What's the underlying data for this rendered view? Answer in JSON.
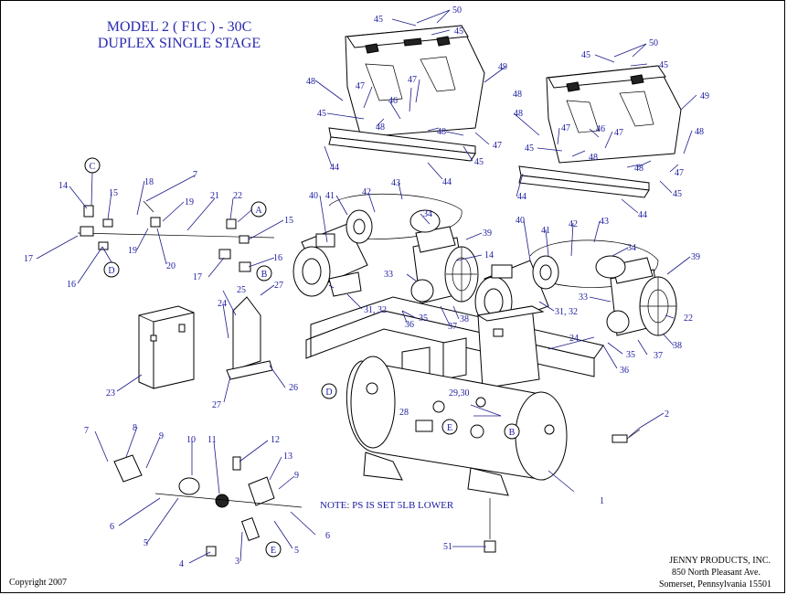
{
  "title": {
    "line1": "MODEL  2 ( F1C ) - 30C",
    "line2": "DUPLEX SINGLE STAGE"
  },
  "note": "NOTE: PS IS SET 5LB LOWER",
  "copyright": "Copyright 2007",
  "company": {
    "name": "JENNY PRODUCTS, INC.",
    "address": "850 North Pleasant Ave.",
    "city": "Somerset, Pennsylvania 15501"
  },
  "callouts": [
    "A",
    "B",
    "C",
    "D",
    "E"
  ],
  "part_numbers": [
    "1",
    "2",
    "3",
    "4",
    "5",
    "6",
    "7",
    "8",
    "9",
    "10",
    "11",
    "12",
    "13",
    "14",
    "15",
    "16",
    "17",
    "18",
    "19",
    "20",
    "21",
    "22",
    "23",
    "24",
    "25",
    "26",
    "27",
    "28",
    "29,30",
    "31, 32",
    "33",
    "34",
    "35",
    "36",
    "37",
    "38",
    "39",
    "40",
    "41",
    "42",
    "43",
    "44",
    "45",
    "46",
    "47",
    "48",
    "49",
    "50",
    "51"
  ]
}
